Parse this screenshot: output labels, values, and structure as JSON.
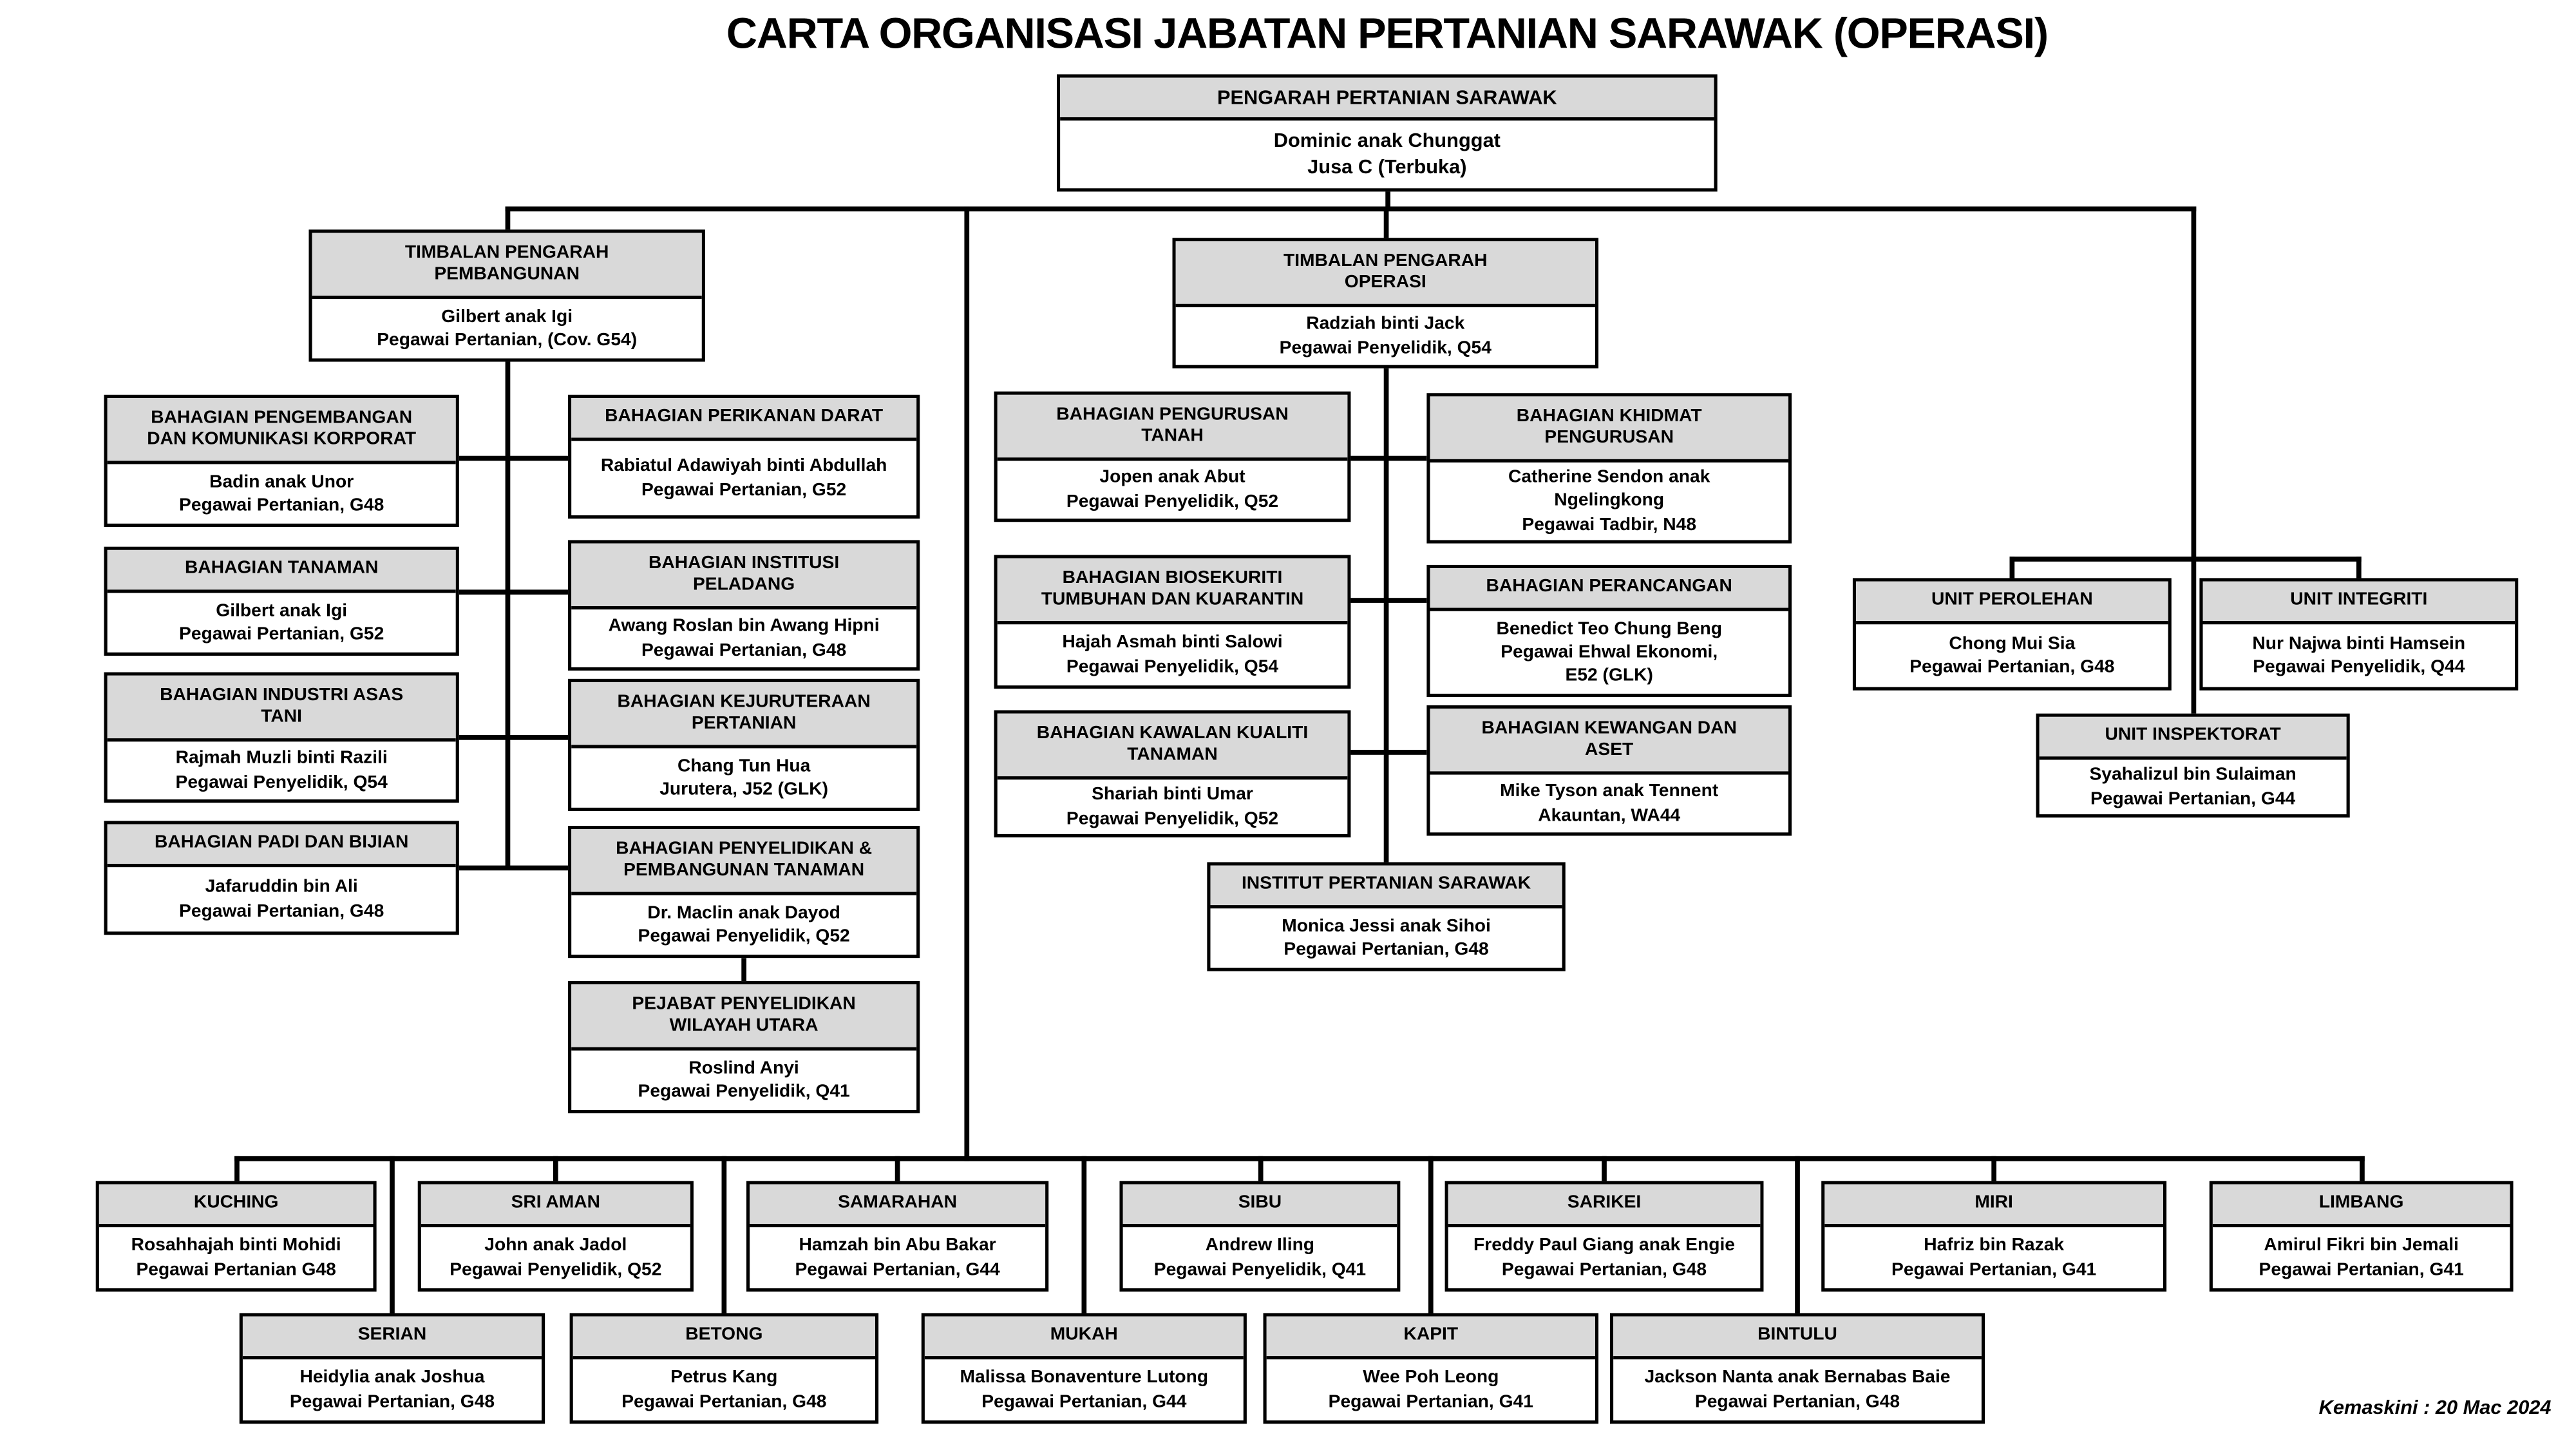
{
  "title": "CARTA ORGANISASI JABATAN PERTANIAN SARAWAK (OPERASI)",
  "footer": "Kemaskini  : 20 Mac 2024",
  "boxes": {
    "pengarah": {
      "title": "PENGARAH PERTANIAN SARAWAK",
      "name": "Dominic anak Chunggat",
      "role": "Jusa C (Terbuka)"
    },
    "tp_pembangunan": {
      "title": "TIMBALAN PENGARAH\nPEMBANGUNAN",
      "name": "Gilbert anak Igi",
      "role": "Pegawai Pertanian, (Cov. G54)"
    },
    "tp_operasi": {
      "title": "TIMBALAN PENGARAH\nOPERASI",
      "name": "Radziah binti Jack",
      "role": "Pegawai Penyelidik, Q54"
    },
    "pengembangan": {
      "title": "BAHAGIAN PENGEMBANGAN\nDAN KOMUNIKASI KORPORAT",
      "name": "Badin anak Unor",
      "role": "Pegawai Pertanian, G48"
    },
    "tanaman": {
      "title": "BAHAGIAN TANAMAN",
      "name": "Gilbert anak Igi",
      "role": "Pegawai Pertanian, G52"
    },
    "industri_asas_tani": {
      "title": "BAHAGIAN INDUSTRI ASAS\nTANI",
      "name": "Rajmah Muzli binti Razili",
      "role": "Pegawai Penyelidik, Q54"
    },
    "padi_bijian": {
      "title": "BAHAGIAN PADI DAN BIJIAN",
      "name": "Jafaruddin bin Ali",
      "role": "Pegawai Pertanian, G48"
    },
    "perikanan_darat": {
      "title": "BAHAGIAN PERIKANAN DARAT",
      "name": "Rabiatul Adawiyah binti Abdullah",
      "role": "Pegawai Pertanian, G52"
    },
    "institusi_peladang": {
      "title": "BAHAGIAN INSTITUSI\nPELADANG",
      "name": "Awang Roslan bin Awang Hipni",
      "role": "Pegawai Pertanian, G48"
    },
    "kejuruteraan": {
      "title": "BAHAGIAN KEJURUTERAAN\nPERTANIAN",
      "name": "Chang Tun Hua",
      "role": "Jurutera, J52 (GLK)"
    },
    "penyelidikan_tanaman": {
      "title": "BAHAGIAN PENYELIDIKAN &\nPEMBANGUNAN TANAMAN",
      "name": "Dr. Maclin anak Dayod",
      "role": "Pegawai Penyelidik, Q52"
    },
    "wilayah_utara": {
      "title": "PEJABAT PENYELIDIKAN\nWILAYAH UTARA",
      "name": "Roslind Anyi",
      "role": "Pegawai Penyelidik, Q41"
    },
    "pengurusan_tanah": {
      "title": "BAHAGIAN PENGURUSAN\nTANAH",
      "name": "Jopen anak Abut",
      "role": "Pegawai Penyelidik, Q52"
    },
    "biosekuriti": {
      "title": "BAHAGIAN BIOSEKURITI\nTUMBUHAN DAN KUARANTIN",
      "name": "Hajah Asmah binti Salowi",
      "role": "Pegawai Penyelidik, Q54"
    },
    "kawalan_kualiti": {
      "title": "BAHAGIAN KAWALAN KUALITI\nTANAMAN",
      "name": "Shariah binti Umar",
      "role": "Pegawai Penyelidik, Q52"
    },
    "khidmat_pengurusan": {
      "title": "BAHAGIAN KHIDMAT\nPENGURUSAN",
      "name": "Catherine Sendon anak\nNgelingkong",
      "role": "Pegawai Tadbir, N48"
    },
    "perancangan": {
      "title": "BAHAGIAN PERANCANGAN",
      "name": "Benedict Teo Chung Beng",
      "role": "Pegawai Ehwal Ekonomi,\nE52 (GLK)"
    },
    "kewangan_aset": {
      "title": "BAHAGIAN KEWANGAN DAN\nASET",
      "name": "Mike Tyson anak Tennent",
      "role": "Akauntan, WA44"
    },
    "institut_pertanian": {
      "title": "INSTITUT PERTANIAN SARAWAK",
      "name": "Monica Jessi anak Sihoi",
      "role": "Pegawai Pertanian, G48"
    },
    "unit_perolehan": {
      "title": "UNIT PEROLEHAN",
      "name": "Chong Mui Sia",
      "role": "Pegawai Pertanian, G48"
    },
    "unit_integriti": {
      "title": "UNIT INTEGRITI",
      "name": "Nur Najwa binti Hamsein",
      "role": "Pegawai Penyelidik, Q44"
    },
    "unit_inspektorat": {
      "title": "UNIT INSPEKTORAT",
      "name": "Syahalizul bin Sulaiman",
      "role": "Pegawai Pertanian, G44"
    },
    "kuching": {
      "title": "KUCHING",
      "name": "Rosahhajah binti Mohidi",
      "role": "Pegawai Pertanian G48"
    },
    "sri_aman": {
      "title": "SRI AMAN",
      "name": "John anak Jadol",
      "role": "Pegawai Penyelidik, Q52"
    },
    "samarahan": {
      "title": "SAMARAHAN",
      "name": "Hamzah bin Abu Bakar",
      "role": "Pegawai Pertanian, G44"
    },
    "sibu": {
      "title": "SIBU",
      "name": "Andrew Iling",
      "role": "Pegawai Penyelidik, Q41"
    },
    "sarikei": {
      "title": "SARIKEI",
      "name": "Freddy Paul Giang anak Engie",
      "role": "Pegawai Pertanian, G48"
    },
    "miri": {
      "title": "MIRI",
      "name": "Hafriz bin Razak",
      "role": "Pegawai Pertanian, G41"
    },
    "limbang": {
      "title": "LIMBANG",
      "name": "Amirul Fikri bin Jemali",
      "role": "Pegawai Pertanian, G41"
    },
    "serian": {
      "title": "SERIAN",
      "name": "Heidylia anak Joshua",
      "role": "Pegawai Pertanian, G48"
    },
    "betong": {
      "title": "BETONG",
      "name": "Petrus Kang",
      "role": "Pegawai Pertanian, G48"
    },
    "mukah": {
      "title": "MUKAH",
      "name": "Malissa Bonaventure Lutong",
      "role": "Pegawai Pertanian, G44"
    },
    "kapit": {
      "title": "KAPIT",
      "name": "Wee Poh Leong",
      "role": "Pegawai Pertanian, G41"
    },
    "bintulu": {
      "title": "BINTULU",
      "name": "Jackson Nanta anak Bernabas Baie",
      "role": "Pegawai Pertanian, G48"
    }
  },
  "colors": {
    "header_fill": "#d9d9d9",
    "line": "#000000",
    "background": "#ffffff"
  }
}
